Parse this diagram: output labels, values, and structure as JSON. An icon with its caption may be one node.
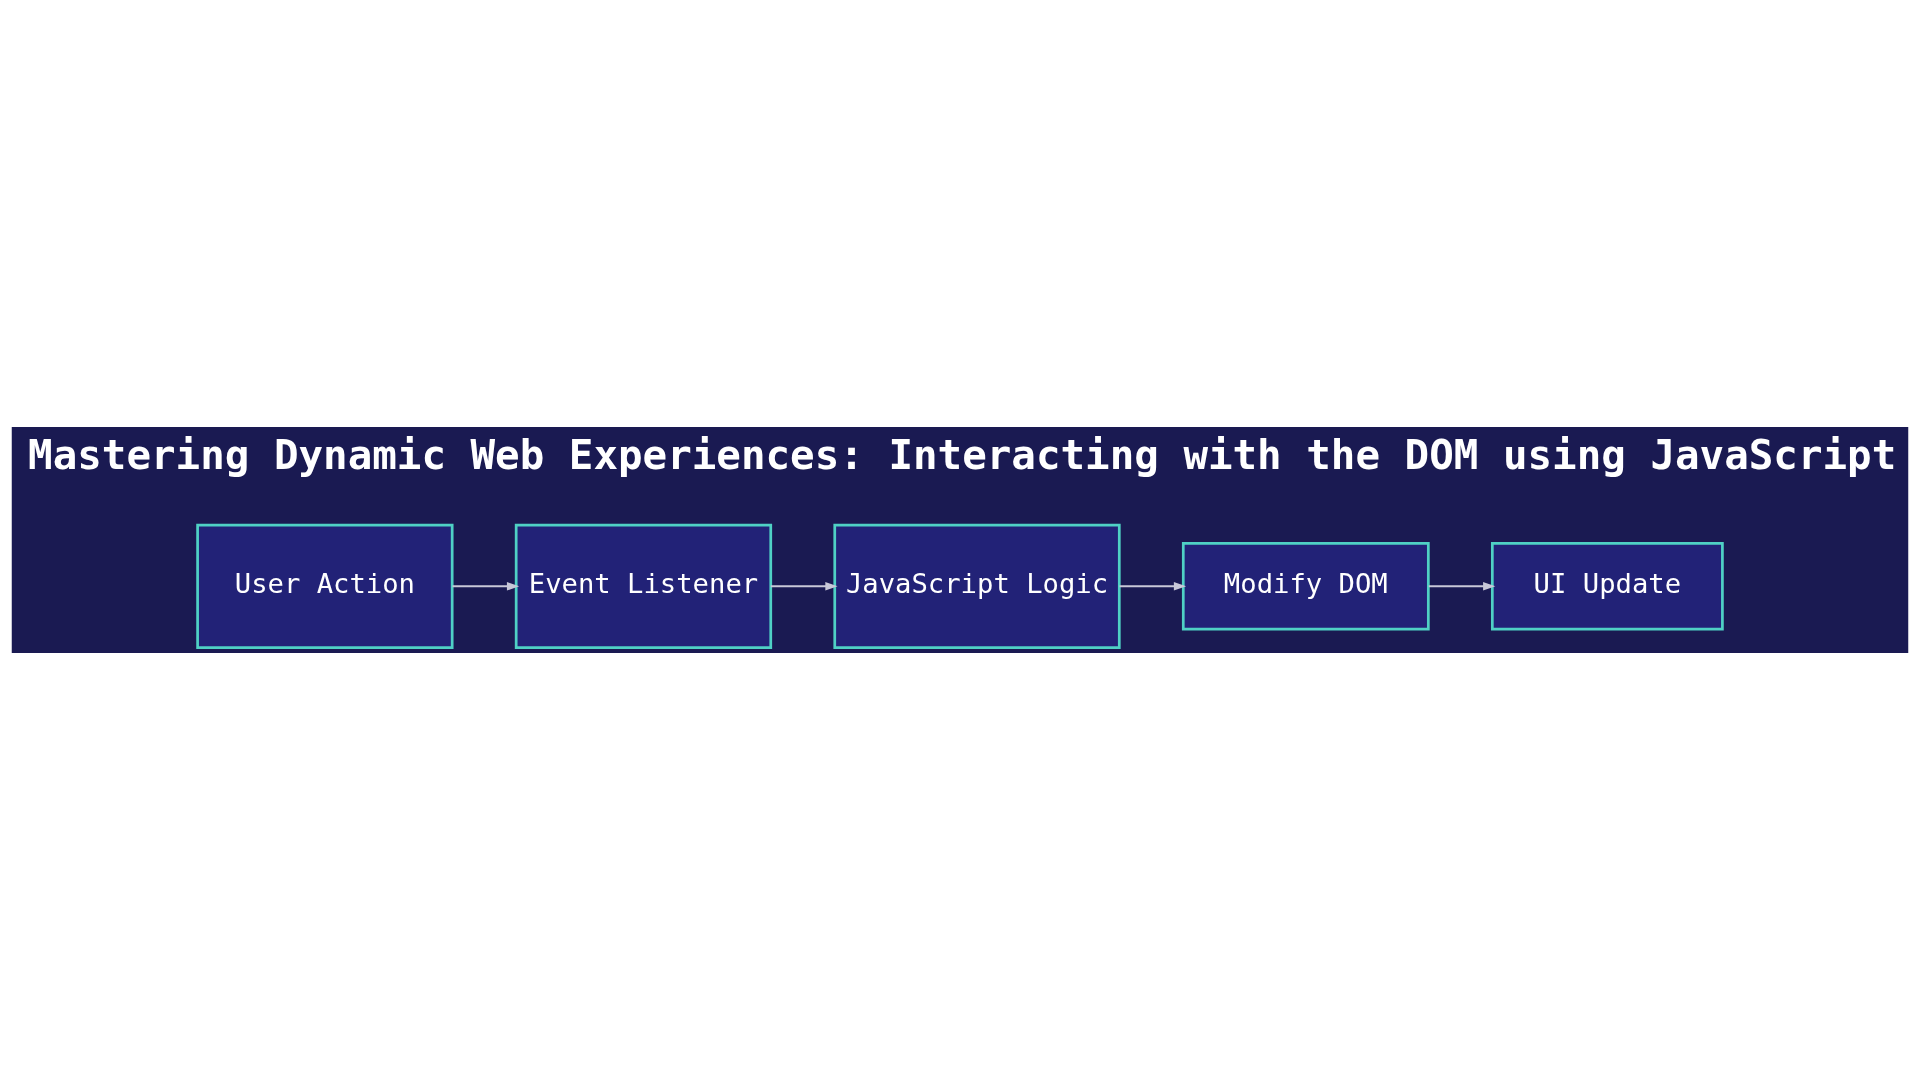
{
  "diagram": {
    "title": "Mastering Dynamic Web Experiences: Interacting with the DOM using JavaScript",
    "nodes": [
      {
        "text": [
          "User Action"
        ]
      },
      {
        "text": [
          "Event Listener"
        ]
      },
      {
        "text": [
          "JavaScript Logic"
        ]
      },
      {
        "text": [
          "Modify DOM"
        ]
      },
      {
        "text": [
          "UI Update"
        ]
      }
    ],
    "edges": [
      {
        "from": 0,
        "to": 1,
        "arrow": "to"
      },
      {
        "from": 1,
        "to": 2,
        "arrow": "to"
      },
      {
        "from": 2,
        "to": 3,
        "arrow": "to"
      },
      {
        "from": 3,
        "to": 4,
        "arrow": "to"
      }
    ]
  }
}
